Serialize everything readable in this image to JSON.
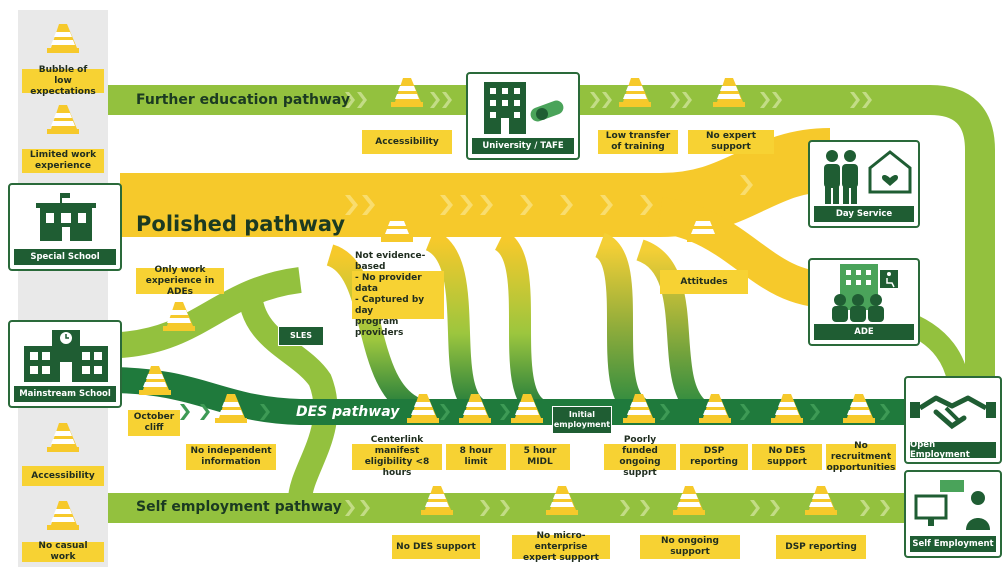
{
  "pathways": {
    "further": "Further education pathway",
    "polished": "Polished pathway",
    "des": "DES pathway",
    "self": "Self employment pathway"
  },
  "nodes": {
    "special_school": "Special School",
    "mainstream_school": "Mainstream School",
    "university": "University / TAFE",
    "day_service": "Day Service",
    "ade": "ADE",
    "open_employment": "Open Employment",
    "self_employment": "Self Employment",
    "sles": "SLES",
    "initial_employment": "Initial\nemployment"
  },
  "barriers": {
    "bubble": "Bubble of\nlow expectations",
    "limited_work": "Limited work\nexperience",
    "accessibility_left": "Accessibility",
    "no_casual": "No casual work",
    "accessibility_fe": "Accessibility",
    "low_transfer": "Low transfer\nof training",
    "no_expert": "No expert support",
    "only_work": "Only work\nexperience in ADEs",
    "not_evidence": "Not evidence-based\n- No provider data\n- Captured by day\nprogram providers",
    "attitudes": "Attitudes",
    "october": "October\ncliff",
    "no_independent": "No independent\ninformation",
    "centerlink": "Centerlink manifest\neligibility <8 hours",
    "eight_hour": "8 hour limit",
    "five_hour": "5 hour MIDL",
    "poorly_funded": "Poorly funded\nongoing supprt",
    "dsp_reporting_des": "DSP reporting",
    "no_des_support_des": "No DES support",
    "no_recruitment": "No recruitment\nopportunities",
    "no_des_support_se": "No DES support",
    "no_micro": "No micro-enterprise\nexpert support",
    "no_ongoing": "No ongoing support",
    "dsp_reporting_se": "DSP reporting"
  },
  "colors": {
    "yellow": "#f6c92b",
    "light_green": "#93c13e",
    "dark_green": "#1f7a3c",
    "node_green": "#1f5d33",
    "label_yellow": "#f7d233"
  }
}
